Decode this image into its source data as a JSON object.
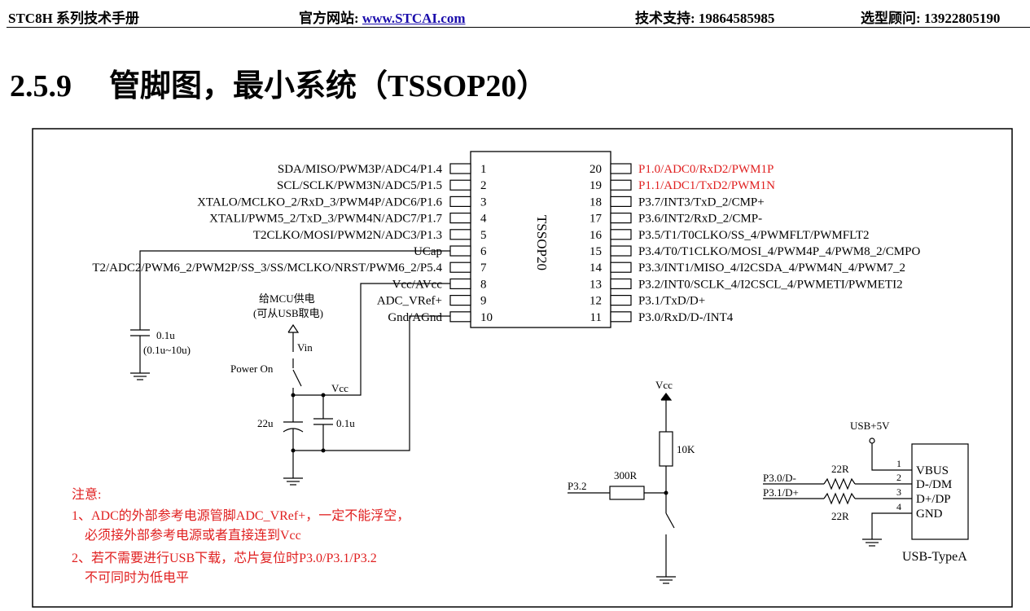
{
  "header": {
    "manual": "STC8H 系列技术手册",
    "website_label": "官方网站: ",
    "website_link": "www.STCAI.com",
    "support": "技术支持: 19864585985",
    "consultant": "选型顾问: 13922805190"
  },
  "title": {
    "section": "2.5.9",
    "text": "管脚图，最小系统（TSSOP20）"
  },
  "chip": {
    "name": "TSSOP20",
    "left_pins": [
      {
        "num": "1",
        "label": "SDA/MISO/PWM3P/ADC4/P1.4"
      },
      {
        "num": "2",
        "label": "SCL/SCLK/PWM3N/ADC5/P1.5"
      },
      {
        "num": "3",
        "label": "XTALO/MCLKO_2/RxD_3/PWM4P/ADC6/P1.6"
      },
      {
        "num": "4",
        "label": "XTALI/PWM5_2/TxD_3/PWM4N/ADC7/P1.7"
      },
      {
        "num": "5",
        "label": "T2CLKO/MOSI/PWM2N/ADC3/P1.3"
      },
      {
        "num": "6",
        "label": "UCap"
      },
      {
        "num": "7",
        "label": "T2/ADC2/PWM6_2/PWM2P/SS_3/SS/MCLKO/NRST/PWM6_2/P5.4"
      },
      {
        "num": "8",
        "label": "Vcc/AVcc"
      },
      {
        "num": "9",
        "label": "ADC_VRef+"
      },
      {
        "num": "10",
        "label": "Gnd/AGnd"
      }
    ],
    "right_pins": [
      {
        "num": "20",
        "label": "P1.0/ADC0/RxD2/PWM1P",
        "color": "#e02020"
      },
      {
        "num": "19",
        "label": "P1.1/ADC1/TxD2/PWM1N",
        "color": "#e02020"
      },
      {
        "num": "18",
        "label": "P3.7/INT3/TxD_2/CMP+"
      },
      {
        "num": "17",
        "label": "P3.6/INT2/RxD_2/CMP-"
      },
      {
        "num": "16",
        "label": "P3.5/T1/T0CLKO/SS_4/PWMFLT/PWMFLT2"
      },
      {
        "num": "15",
        "label": "P3.4/T0/T1CLKO/MOSI_4/PWM4P_4/PWM8_2/CMPO"
      },
      {
        "num": "14",
        "label": "P3.3/INT1/MISO_4/I2CSDA_4/PWM4N_4/PWM7_2"
      },
      {
        "num": "13",
        "label": "P3.2/INT0/SCLK_4/I2CSCL_4/PWMETI/PWMETI2"
      },
      {
        "num": "12",
        "label": "P3.1/TxD/D+"
      },
      {
        "num": "11",
        "label": "P3.0/RxD/D-/INT4"
      }
    ]
  },
  "circuit": {
    "ucap_cap": "0.1u",
    "ucap_cap_range": "(0.1u~10u)",
    "supply_note_1": "给MCU供电",
    "supply_note_2": "(可从USB取电)",
    "vin": "Vin",
    "power_on": "Power On",
    "vcc": "Vcc",
    "cap_22u": "22u",
    "cap_01u": "0.1u",
    "p32_vcc": "Vcc",
    "r_10k": "10K",
    "r_300": "300R",
    "p32": "P3.2",
    "usb_5v": "USB+5V",
    "usb_p30": "P3.0/D-",
    "usb_p31": "P3.1/D+",
    "usb_r1": "22R",
    "usb_r2": "22R",
    "usb_pin_nums": [
      "1",
      "2",
      "3",
      "4"
    ],
    "usb_pin_labels": [
      "VBUS",
      "D-/DM",
      "D+/DP",
      "GND"
    ],
    "usb_name": "USB-TypeA"
  },
  "notes": {
    "heading": "注意:",
    "line1": "1、ADC的外部参考电源管脚ADC_VRef+，一定不能浮空，",
    "line2": "必须接外部参考电源或者直接连到Vcc",
    "line3": "2、若不需要进行USB下载，芯片复位时P3.0/P3.1/P3.2",
    "line4": "不可同时为低电平"
  },
  "colors": {
    "note_red": "#e02020",
    "link_blue": "#1a0dab"
  }
}
